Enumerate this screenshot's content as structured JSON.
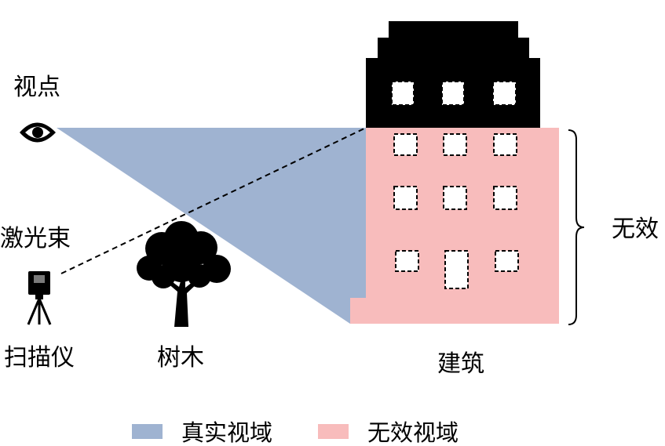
{
  "labels": {
    "viewpoint": "视点",
    "laser_beam": "激光束",
    "scanner": "扫描仪",
    "tree": "树木",
    "building": "建筑",
    "invalid_side": "无效"
  },
  "legend": [
    {
      "label": "真实视域",
      "color": "#9fb3d1"
    },
    {
      "label": "无效视域",
      "color": "#f8bcbc"
    }
  ],
  "colors": {
    "true_view": "#9fb3d1",
    "invalid_view": "#f8bcbc",
    "silhouette": "#000000"
  },
  "icons": {
    "viewpoint": "eye-icon",
    "scanner": "laser-scanner-icon",
    "tree": "tree-icon",
    "building": "building-icon"
  }
}
